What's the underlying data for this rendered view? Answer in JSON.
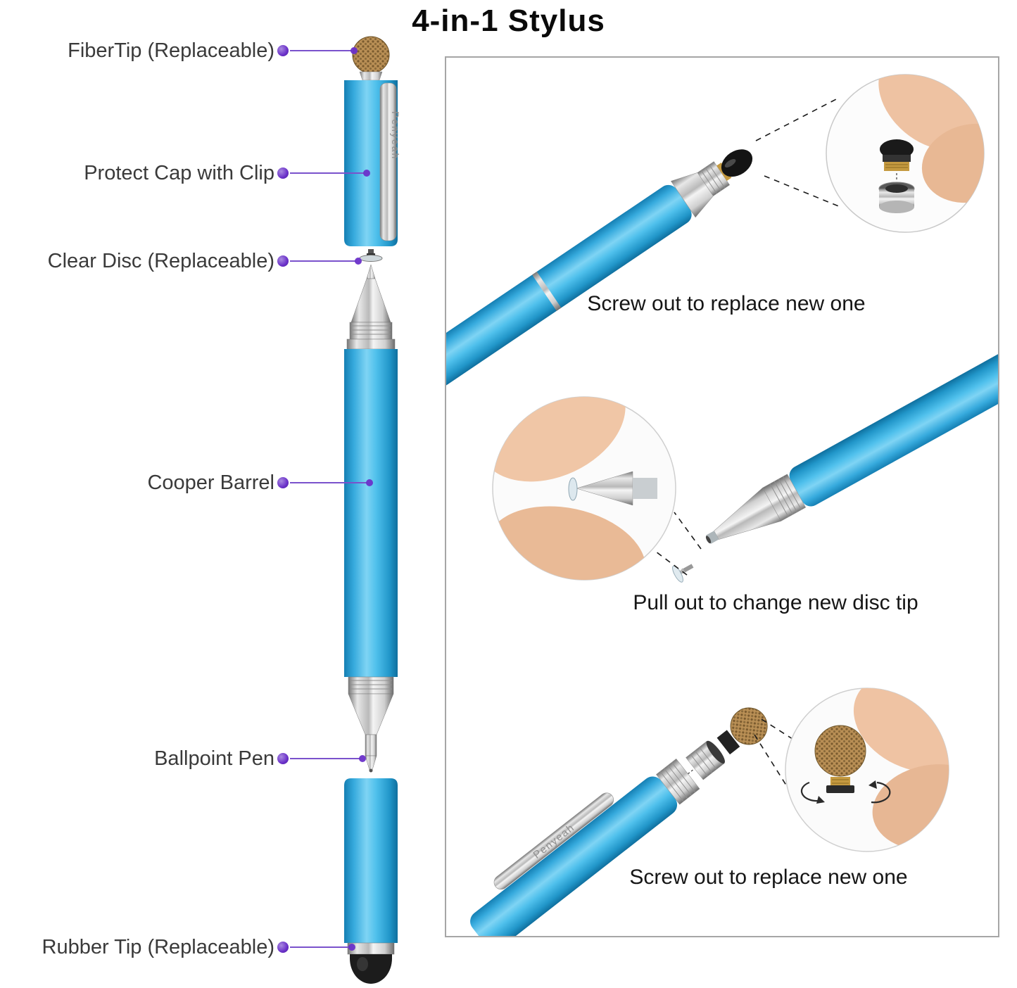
{
  "title": "4-in-1 Stylus",
  "brand": "Penyeah",
  "labels": [
    {
      "text": "FiberTip (Replaceable)"
    },
    {
      "text": "Protect Cap with Clip"
    },
    {
      "text": "Clear Disc (Replaceable)"
    },
    {
      "text": "Cooper Barrel"
    },
    {
      "text": "Ballpoint Pen"
    },
    {
      "text": "Rubber Tip (Replaceable)"
    }
  ],
  "panel": {
    "caption_top": "Screw out to replace new one",
    "caption_middle": "Pull out to change new disc tip",
    "caption_bottom": "Screw out to replace new one"
  },
  "colors": {
    "pen_blue": "#2fb0e3",
    "accent_purple": "#6a30c9",
    "copper_mesh": "#b98f55",
    "rubber_black": "#1c1c1c",
    "panel_border": "#a6a6a6"
  }
}
